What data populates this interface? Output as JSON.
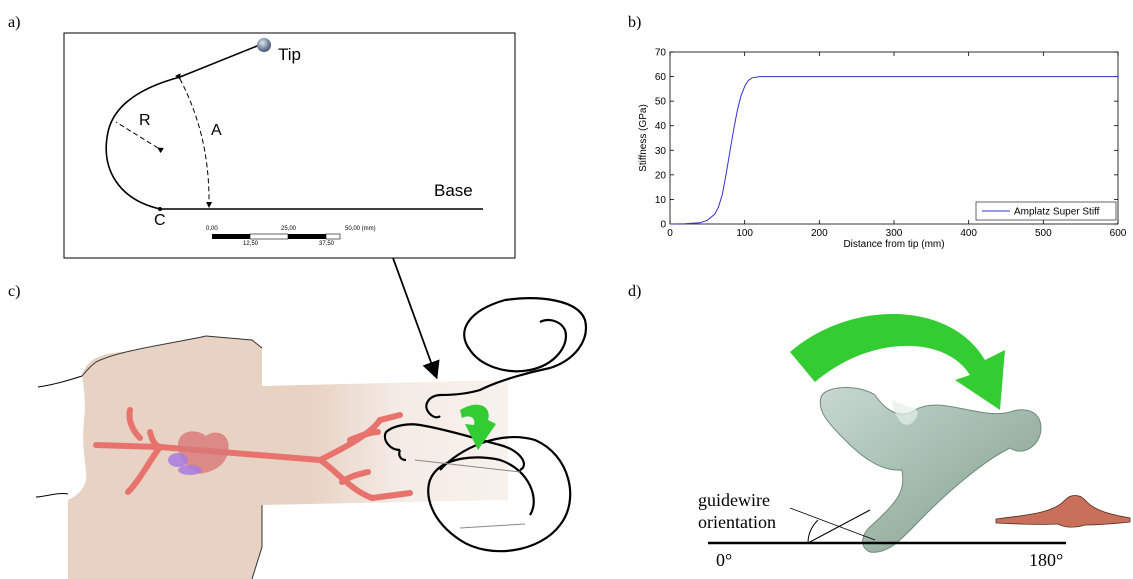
{
  "panels": {
    "a": {
      "label": "a)",
      "tip": "Tip",
      "base": "Base",
      "r": "R",
      "a": "A",
      "c": "C",
      "scale_top": [
        "0,00",
        "25,00",
        "50,00 (mm)"
      ],
      "scale_bottom": [
        "12,50",
        "37,50"
      ]
    },
    "b": {
      "label": "b)"
    },
    "c": {
      "label": "c)"
    },
    "d": {
      "label": "d)",
      "orientation_line1": "guidewire",
      "orientation_line2": "orientation",
      "deg0": "0°",
      "deg180": "180°"
    }
  },
  "chart_data": {
    "type": "line",
    "xlabel": "Distance from tip (mm)",
    "ylabel": "Stiffness (GPa)",
    "xlim": [
      0,
      600
    ],
    "ylim": [
      0,
      70
    ],
    "xticks": [
      0,
      100,
      200,
      300,
      400,
      500,
      600
    ],
    "yticks": [
      0,
      10,
      20,
      30,
      40,
      50,
      60,
      70
    ],
    "legend_position": "bottom-right",
    "series": [
      {
        "name": "Amplatz Super Stiff",
        "color": "#3333cc",
        "x": [
          0,
          20,
          40,
          50,
          60,
          65,
          70,
          75,
          80,
          85,
          90,
          95,
          100,
          105,
          110,
          120,
          130,
          140,
          150,
          200,
          300,
          400,
          500,
          600
        ],
        "y": [
          0,
          0.1,
          0.5,
          1.5,
          4,
          7,
          12,
          20,
          29,
          38,
          46,
          52,
          56,
          58.5,
          59.5,
          60,
          60,
          60,
          60,
          60,
          60,
          60,
          60,
          60
        ]
      }
    ]
  },
  "colors": {
    "green_arrow": "#33cc33",
    "skin": "#e8d2c4",
    "artery": "#e8726c",
    "vessel_model": "#a7bfb3"
  }
}
